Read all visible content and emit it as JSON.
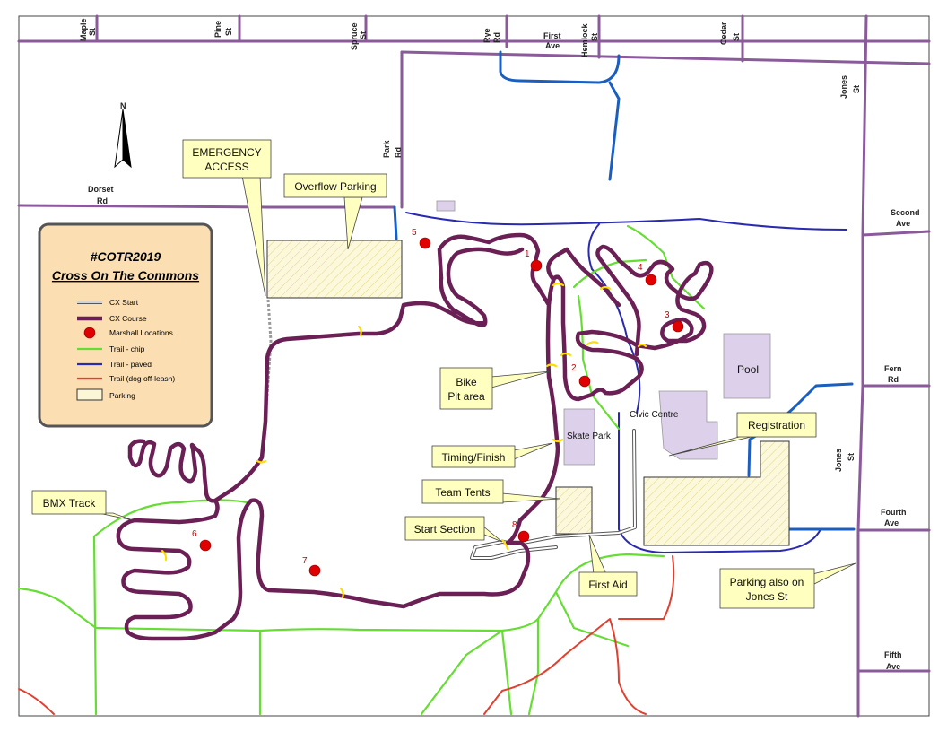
{
  "map": {
    "colors": {
      "street": "#8a5a9b",
      "cx_course": "#6a1f55",
      "trail_chip": "#66dd33",
      "trail_paved": "#2a2ab0",
      "trail_dog": "#e04030",
      "marshall": "#e00000",
      "parking_fill": "#fbf6d5",
      "building": "#ddd0ea",
      "callout": "#ffffc0",
      "legend_bg": "#fbdfb3",
      "water_trail": "#1a5fc0"
    },
    "streets": {
      "maple": [
        "Maple",
        "St"
      ],
      "pine": [
        "Pine",
        "St"
      ],
      "spruce": [
        "Spruce",
        "St"
      ],
      "rye": [
        "Rye",
        "Rd"
      ],
      "first": [
        "First",
        "Ave"
      ],
      "hemlock": [
        "Hemlock",
        "St"
      ],
      "cedar": [
        "Cedar",
        "St"
      ],
      "jones_top": [
        "Jones",
        "St"
      ],
      "jones_mid": [
        "Jones",
        "St"
      ],
      "park": [
        "Park",
        "Rd"
      ],
      "dorset": [
        "Dorset",
        "Rd"
      ],
      "second": [
        "Second",
        "Ave"
      ],
      "fern": [
        "Fern",
        "Rd"
      ],
      "fourth": [
        "Fourth",
        "Ave"
      ],
      "fifth": [
        "Fifth",
        "Ave"
      ]
    },
    "callouts": {
      "emergency": [
        "EMERGENCY",
        "ACCESS"
      ],
      "overflow": "Overflow Parking",
      "bike_pit": [
        "Bike",
        "Pit area"
      ],
      "timing": "Timing/Finish",
      "team_tents": "Team Tents",
      "start_section": "Start Section",
      "first_aid": "First Aid",
      "registration": "Registration",
      "parking_jones": [
        "Parking also on",
        "Jones St"
      ],
      "bmx": "BMX Track"
    },
    "places": {
      "pool": "Pool",
      "skate_park": "Skate Park",
      "civic_centre": "Civic Centre"
    },
    "compass": "N",
    "marshalls": [
      "1",
      "2",
      "3",
      "4",
      "5",
      "6",
      "7",
      "8"
    ]
  },
  "legend": {
    "title1": "#COTR2019",
    "title2": "Cross On The Commons",
    "items": [
      {
        "label": "CX Start",
        "symbol": "cx-start"
      },
      {
        "label": "CX Course",
        "symbol": "cx-course"
      },
      {
        "label": "Marshall Locations",
        "symbol": "marshall"
      },
      {
        "label": "Trail - chip",
        "symbol": "trail-chip"
      },
      {
        "label": "Trail - paved",
        "symbol": "trail-paved"
      },
      {
        "label": "Trail (dog off-leash)",
        "symbol": "trail-dog"
      },
      {
        "label": "Parking",
        "symbol": "parking"
      }
    ]
  }
}
